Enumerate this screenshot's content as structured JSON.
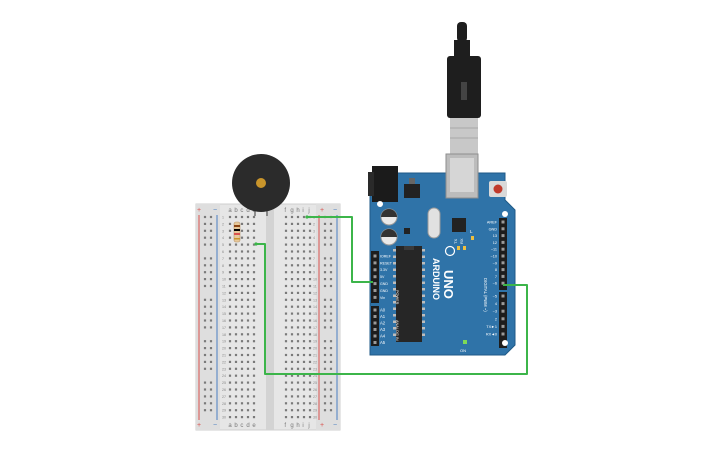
{
  "breadboard": {
    "col_letters_left": [
      "a",
      "b",
      "c",
      "d",
      "e"
    ],
    "col_letters_right": [
      "f",
      "g",
      "h",
      "i",
      "j"
    ],
    "rail_plus": "+",
    "rail_minus": "−",
    "row_count": 30
  },
  "arduino": {
    "brand": "ARDUINO",
    "model": "UNO",
    "power_header_labels": [
      "IOREF",
      "RESET",
      "3.3V",
      "5V",
      "GND",
      "GND",
      "Vin"
    ],
    "power_group_label": "POWER",
    "analog_labels": [
      "A0",
      "A1",
      "A2",
      "A3",
      "A4",
      "A5"
    ],
    "analog_group_label": "ANALOG IN",
    "digital_labels": [
      "AREF",
      "GND",
      "13",
      "12",
      "~11",
      "~10",
      "~9",
      "8",
      "7",
      "~6",
      "~5",
      "4",
      "~3",
      "2",
      "TX►1",
      "RX◄0"
    ],
    "digital_group_label": "DIGITAL (PWM ~)",
    "tx_label": "TX",
    "rx_label": "RX",
    "l_label": "L",
    "on_label": "ON"
  },
  "colors": {
    "board_blue": "#2f73a8",
    "board_dark": "#1f5a87",
    "wire_green": "#3cb54a",
    "breadboard_body": "#e8e8e8",
    "rail_red": "#d9534f",
    "rail_blue": "#4a7fc1",
    "buzzer": "#2b2b2b",
    "buzzer_center": "#c9952b",
    "usb_black": "#1e1e1e",
    "usb_silver": "#c8c8c8"
  },
  "components": {
    "buzzer_icon": "piezo-buzzer-icon",
    "resistor_icon": "resistor-icon",
    "usb_icon": "usb-cable-icon"
  }
}
